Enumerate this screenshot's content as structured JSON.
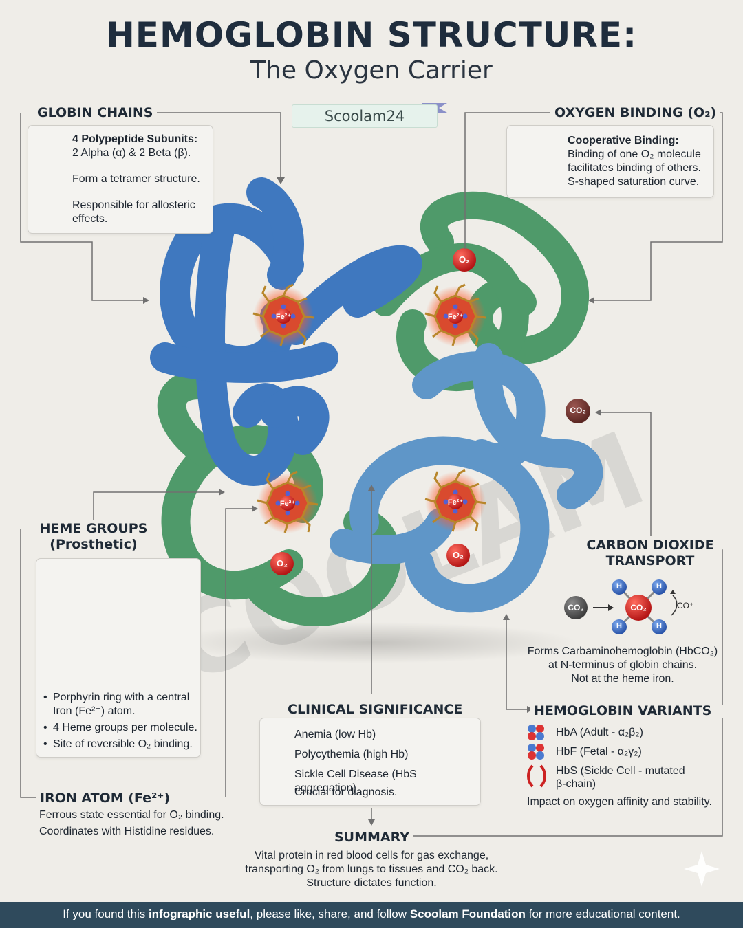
{
  "title": "HEMOGLOBIN STRUCTURE:",
  "subtitle": "The Oxygen Carrier",
  "brand": "Scoolam24",
  "watermark": "SCOOLAM",
  "colors": {
    "alpha_chain": "#3f78bf",
    "beta_chain": "#4f9a6a",
    "heme_ring": "#d93b2b",
    "footer_bg": "#2f4a5c"
  },
  "globin_chains": {
    "heading": "GLOBIN CHAINS",
    "item1_bold": "4 Polypeptide Subunits:",
    "item1_text": "2 Alpha (α) & 2 Beta (β).",
    "item2_text": "Form a tetramer structure.",
    "item3_text": "Responsible for allosteric effects."
  },
  "oxygen_binding": {
    "heading": "OXYGEN BINDING (O₂)",
    "bold": "Cooperative Binding:",
    "line1": "Binding of one O₂ molecule",
    "line2": "facilitates binding of others.",
    "line3": "S-shaped saturation curve."
  },
  "molecule_labels": {
    "fe": "Fe²⁺",
    "o2": "O₂",
    "co2": "CO₂",
    "h": "H",
    "co_plus": "CO⁺"
  },
  "heme_groups": {
    "heading_line1": "HEME GROUPS",
    "heading_line2": "(Prosthetic)",
    "bullet1": "Porphyrin ring with a central Iron (Fe²⁺) atom.",
    "bullet2": "4 Heme groups per molecule.",
    "bullet3": "Site of reversible O₂ binding."
  },
  "iron_atom": {
    "heading": "IRON ATOM (Fe²⁺)",
    "line1": "Ferrous state essential for O₂ binding.",
    "line2": "Coordinates with Histidine residues."
  },
  "co2_transport": {
    "heading_line1": "CARBON DIOXIDE",
    "heading_line2": "TRANSPORT",
    "line1": "Forms Carbaminohemoglobin (HbCO₂)",
    "line2": "at N-terminus of globin chains.",
    "line3": "Not at the heme iron."
  },
  "clinical": {
    "heading": "CLINICAL SIGNIFICANCE",
    "item1": "Anemia (low Hb)",
    "item2": "Polycythemia (high Hb)",
    "item3": "Sickle Cell Disease (HbS aggregation)",
    "item4": "Crucial for diagnosis."
  },
  "variants": {
    "heading": "HEMOGLOBIN VARIANTS",
    "item1": "HbA (Adult - α₂β₂)",
    "item2": "HbF (Fetal - α₂γ₂)",
    "item3_line1": "HbS (Sickle Cell - mutated",
    "item3_line2": "β-chain)",
    "footer": "Impact on oxygen affinity and stability."
  },
  "summary": {
    "heading": "SUMMARY",
    "line1": "Vital protein in red blood cells for gas exchange,",
    "line2": "transporting O₂ from lungs to tissues and CO₂ back.",
    "line3": "Structure dictates function."
  },
  "footer": {
    "part1": "If you found this ",
    "bold1": "infographic useful",
    "part2": ", please like, share, and follow ",
    "bold2": "Scoolam Foundation",
    "part3": " for more educational content."
  }
}
